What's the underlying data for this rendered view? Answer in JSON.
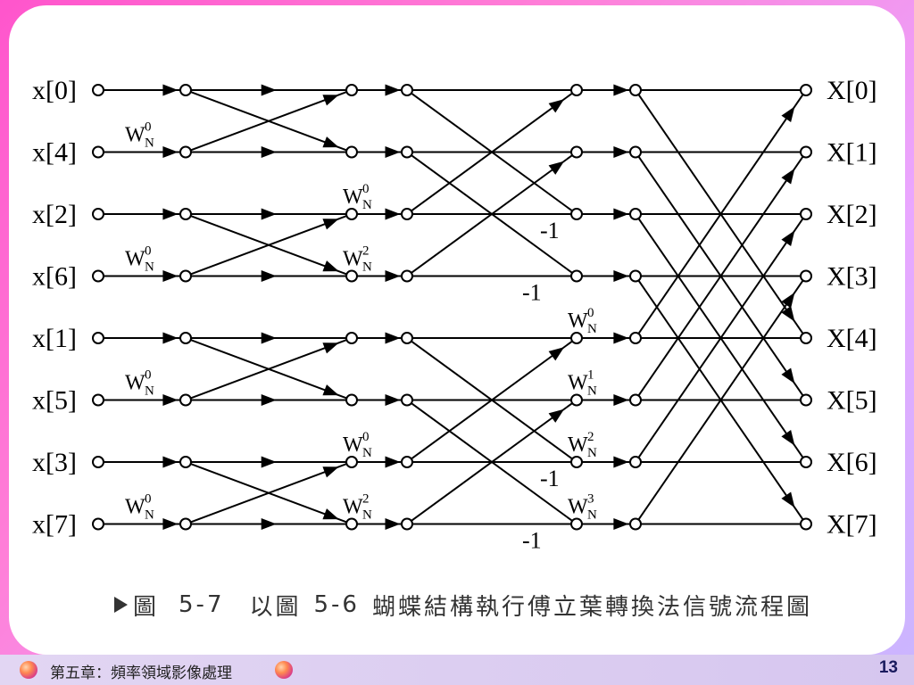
{
  "inputs": [
    "x[0]",
    "x[4]",
    "x[2]",
    "x[6]",
    "x[1]",
    "x[5]",
    "x[3]",
    "x[7]"
  ],
  "outputs": [
    "X[0]",
    "X[1]",
    "X[2]",
    "X[3]",
    "X[4]",
    "X[5]",
    "X[6]",
    "X[7]"
  ],
  "twiddles": [
    {
      "base": "W",
      "sub": "N",
      "exp": "0",
      "stage": 1,
      "row": 1
    },
    {
      "base": "W",
      "sub": "N",
      "exp": "0",
      "stage": 1,
      "row": 3
    },
    {
      "base": "W",
      "sub": "N",
      "exp": "0",
      "stage": 1,
      "row": 5
    },
    {
      "base": "W",
      "sub": "N",
      "exp": "0",
      "stage": 1,
      "row": 7
    },
    {
      "base": "W",
      "sub": "N",
      "exp": "0",
      "stage": 2,
      "row": 2
    },
    {
      "base": "W",
      "sub": "N",
      "exp": "2",
      "stage": 2,
      "row": 3
    },
    {
      "base": "W",
      "sub": "N",
      "exp": "0",
      "stage": 2,
      "row": 6
    },
    {
      "base": "W",
      "sub": "N",
      "exp": "2",
      "stage": 2,
      "row": 7
    },
    {
      "base": "W",
      "sub": "N",
      "exp": "0",
      "stage": 3,
      "row": 4
    },
    {
      "base": "W",
      "sub": "N",
      "exp": "1",
      "stage": 3,
      "row": 5
    },
    {
      "base": "W",
      "sub": "N",
      "exp": "2",
      "stage": 3,
      "row": 6
    },
    {
      "base": "W",
      "sub": "N",
      "exp": "3",
      "stage": 3,
      "row": 7
    }
  ],
  "negatives": [
    {
      "text": "-1",
      "stage": 2,
      "row": 2
    },
    {
      "text": "-1",
      "stage": 2,
      "row": 3
    },
    {
      "text": "-1",
      "stage": 2,
      "row": 6
    },
    {
      "text": "-1",
      "stage": 2,
      "row": 7
    }
  ],
  "caption": {
    "figure": "圖",
    "number": "5-7",
    "text_a": "以圖",
    "ref": "5-6",
    "text_b": "蝴蝶結構執行傅立葉轉換法信號流程圖"
  },
  "footer": {
    "chapter": "第五章：頻率領域影像處理",
    "page": "13"
  }
}
